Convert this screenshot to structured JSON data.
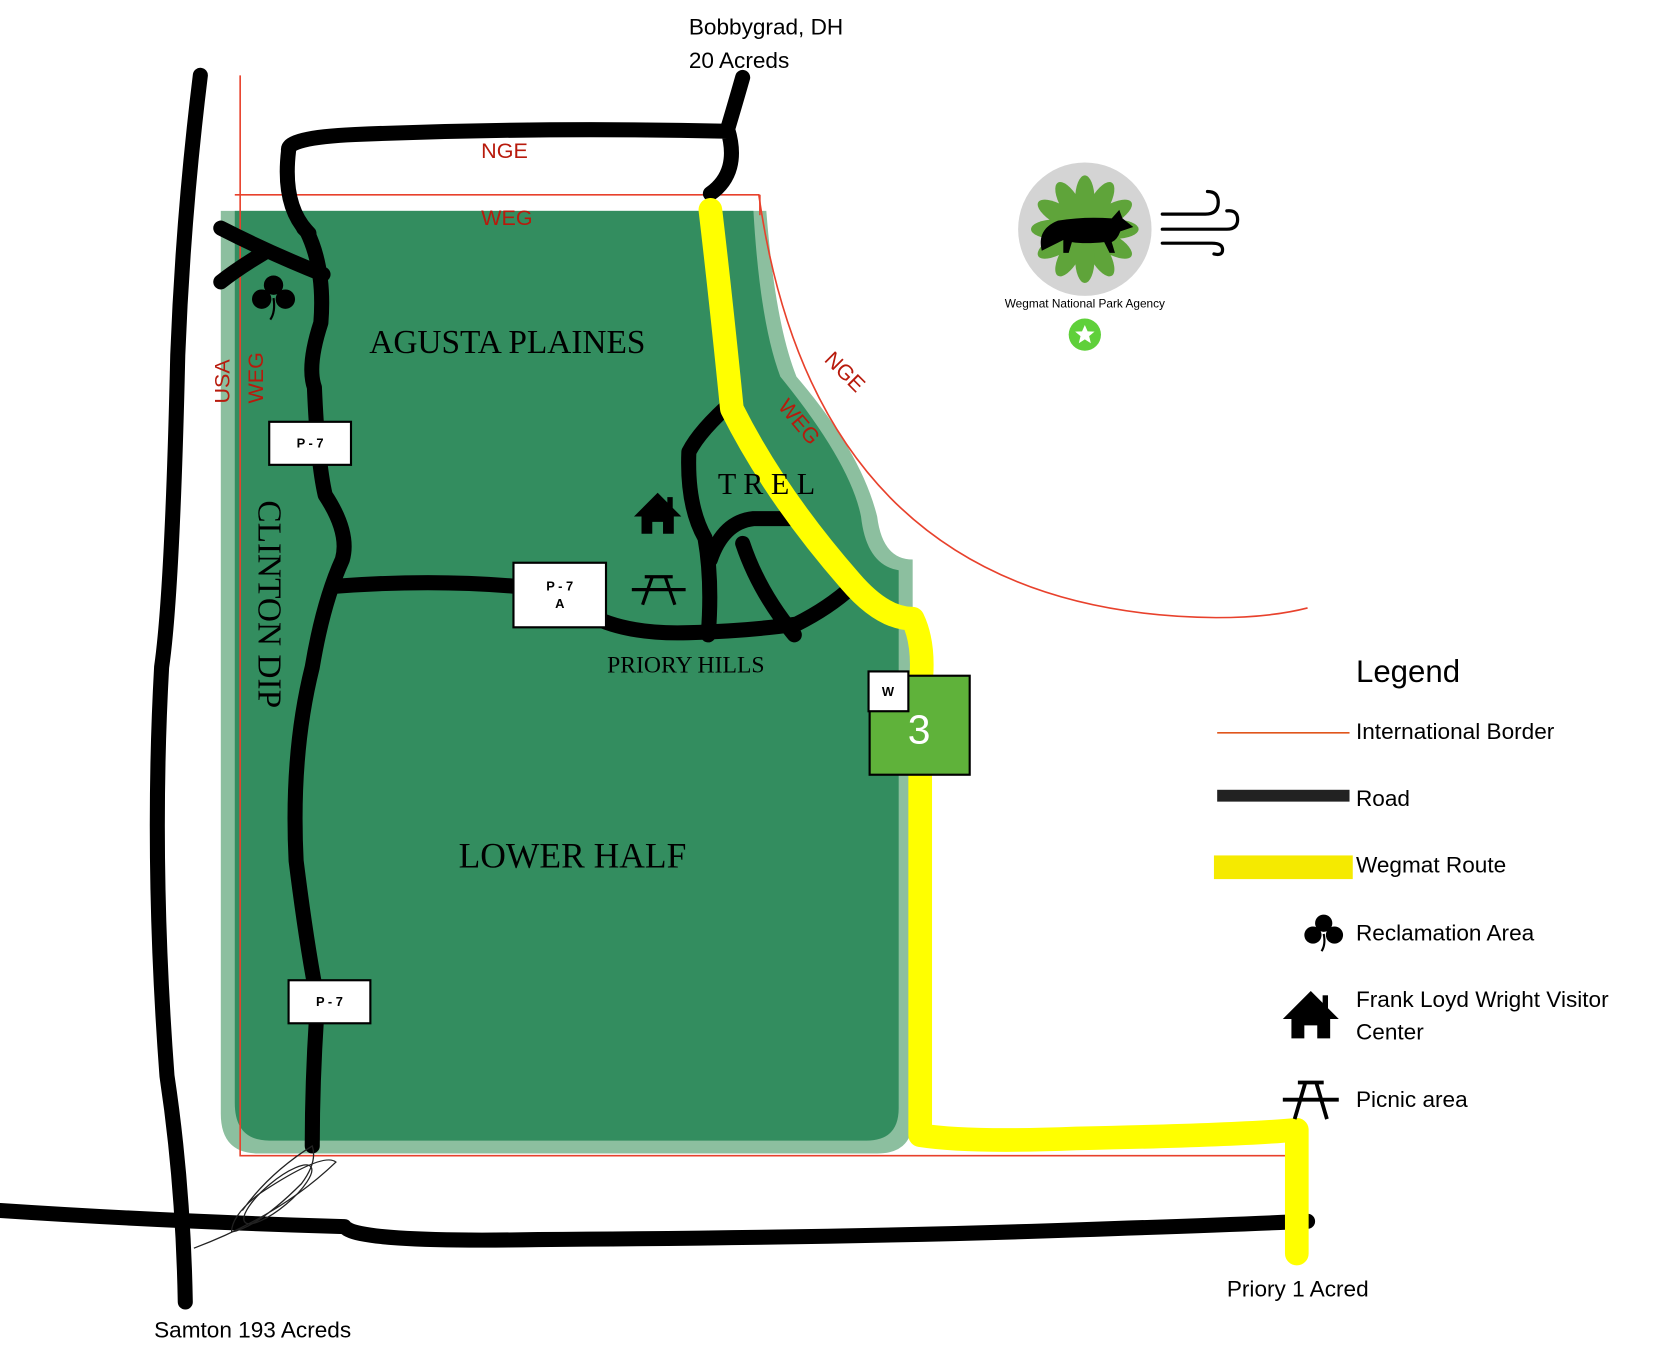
{
  "places": {
    "north": {
      "line1": "Bobbygrad, DH",
      "line2": "20 Acreds"
    },
    "southwest": "Samton 193 Acreds",
    "southeast": "Priory 1 Acred"
  },
  "regions": {
    "agusta": "AGUSTA PLAINES",
    "clinton": "CLINTON DIP",
    "trel": "T R E L",
    "priory": "PRIORY  HILLS",
    "lower": "LOWER HALF"
  },
  "border_labels": {
    "nge_top": "NGE",
    "weg_top": "WEG",
    "usa": "USA",
    "weg_left": "WEG",
    "nge_curve": "NGE",
    "weg_curve": "WEG"
  },
  "signs": {
    "p7_upper": "P - 7",
    "p7a_line1": "P - 7",
    "p7a_line2": "A",
    "p7_lower": "P - 7",
    "w": "W",
    "route_number": "3"
  },
  "logo": {
    "agency": "Wegmat National Park Agency"
  },
  "legend": {
    "title": "Legend",
    "items": [
      {
        "label": "International Border",
        "icon": "border-line"
      },
      {
        "label": "Road",
        "icon": "road-line"
      },
      {
        "label": "Wegmat Route",
        "icon": "route-line"
      },
      {
        "label": "Reclamation Area",
        "icon": "shamrock-icon"
      },
      {
        "label_line1": "Frank Loyd Wright Visitor",
        "label_line2": "Center",
        "icon": "house-icon"
      },
      {
        "label": "Picnic area",
        "icon": "picnic-table-icon"
      }
    ]
  },
  "colors": {
    "park": "#338d5f",
    "park_edge": "#8cbf9f",
    "border": "#e8412c",
    "route": "#ffff00",
    "road": "#000000",
    "route_sign": "#5fb23a"
  }
}
